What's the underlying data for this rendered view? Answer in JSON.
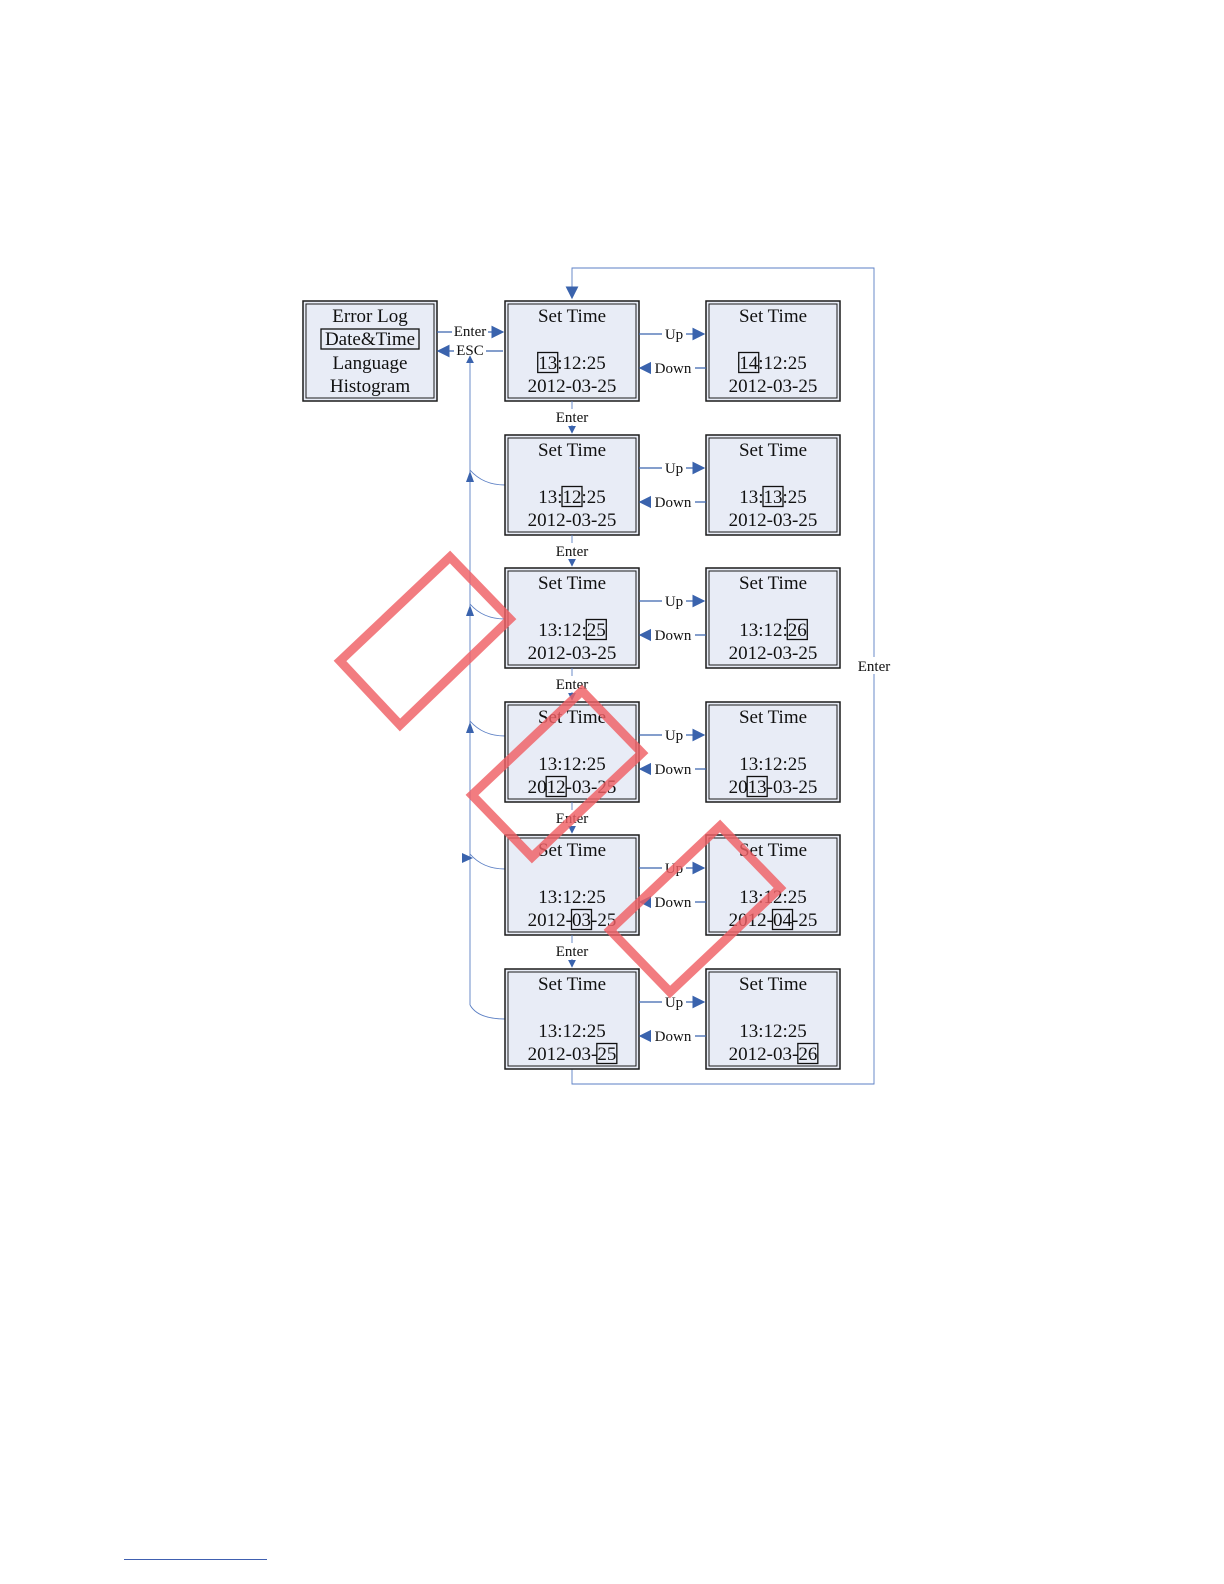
{
  "menu": {
    "items": [
      "Error Log",
      "Date&Time",
      "Language",
      "Histogram"
    ],
    "selected_index": 1
  },
  "labels": {
    "enter": "Enter",
    "esc": "ESC",
    "up": "Up",
    "down": "Down",
    "loop_enter": "Enter"
  },
  "screen_title": "Set Time",
  "rows": [
    {
      "left": {
        "time": [
          "13",
          ":12:25"
        ],
        "time_hl": 0,
        "date": [
          "2012-03-25"
        ],
        "date_hl": -1
      },
      "right": {
        "time": [
          "14",
          ":12:25"
        ],
        "time_hl": 0,
        "date": [
          "2012-03-25"
        ],
        "date_hl": -1
      }
    },
    {
      "left": {
        "time": [
          "13:",
          "12",
          ":25"
        ],
        "time_hl": 1,
        "date": [
          "2012-03-25"
        ],
        "date_hl": -1
      },
      "right": {
        "time": [
          "13:",
          "13",
          ":25"
        ],
        "time_hl": 1,
        "date": [
          "2012-03-25"
        ],
        "date_hl": -1
      }
    },
    {
      "left": {
        "time": [
          "13:12:",
          "25"
        ],
        "time_hl": 1,
        "date": [
          "2012-03-25"
        ],
        "date_hl": -1
      },
      "right": {
        "time": [
          "13:12:",
          "26"
        ],
        "time_hl": 1,
        "date": [
          "2012-03-25"
        ],
        "date_hl": -1
      }
    },
    {
      "left": {
        "time": [
          "13:12:25"
        ],
        "time_hl": -1,
        "date": [
          "20",
          "12",
          "-03-25"
        ],
        "date_hl": 1
      },
      "right": {
        "time": [
          "13:12:25"
        ],
        "time_hl": -1,
        "date": [
          "20",
          "13",
          "-03-25"
        ],
        "date_hl": 1
      }
    },
    {
      "left": {
        "time": [
          "13:12:25"
        ],
        "time_hl": -1,
        "date": [
          "2012-",
          "03",
          "-25"
        ],
        "date_hl": 1
      },
      "right": {
        "time": [
          "13:12:25"
        ],
        "time_hl": -1,
        "date": [
          "2012-",
          "04",
          "-25"
        ],
        "date_hl": 1
      }
    },
    {
      "left": {
        "time": [
          "13:12:25"
        ],
        "time_hl": -1,
        "date": [
          "2012-03-",
          "25"
        ],
        "date_hl": 1
      },
      "right": {
        "time": [
          "13:12:25"
        ],
        "time_hl": -1,
        "date": [
          "2012-03-",
          "26"
        ],
        "date_hl": 1
      }
    }
  ],
  "colors": {
    "screen_fill": "#e8ecf6",
    "connector": "#3a63ad",
    "stamp": "#ef5f64"
  }
}
